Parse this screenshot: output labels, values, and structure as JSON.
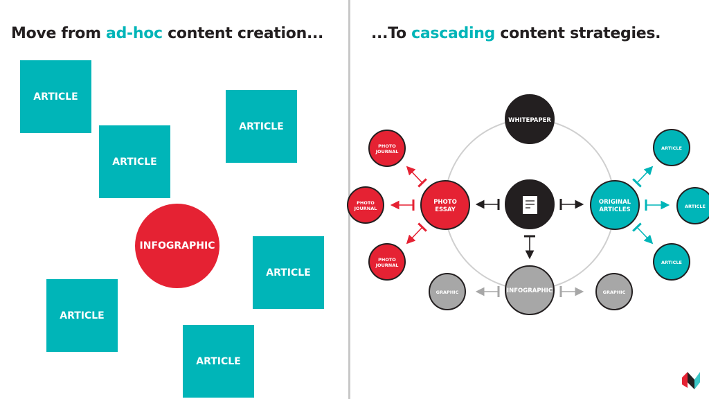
{
  "left": {
    "title_pre": "Move from ",
    "title_hl": "ad-hoc",
    "title_post": " content creation...",
    "items": [
      "ARTICLE",
      "ARTICLE",
      "ARTICLE",
      "ARTICLE",
      "ARTICLE",
      "ARTICLE"
    ],
    "infographic": "INFOGRAPHIC"
  },
  "right": {
    "title_pre": "...To ",
    "title_hl": "cascading",
    "title_post": " content strategies.",
    "whitepaper": "WHITEPAPER",
    "photo_essay": [
      "PHOTO",
      "ESSAY"
    ],
    "original_articles": [
      "ORIGINAL",
      "ARTICLES"
    ],
    "infographic": "INFOGRAPHIC",
    "photo_journal": [
      "PHOTO",
      "JOURNAL"
    ],
    "article": "ARTICLE",
    "graphic": "GRAPHIC"
  },
  "colors": {
    "teal": "#00b5b8",
    "red": "#e52233",
    "dark": "#231f20",
    "gray": "#a7a7a7"
  }
}
